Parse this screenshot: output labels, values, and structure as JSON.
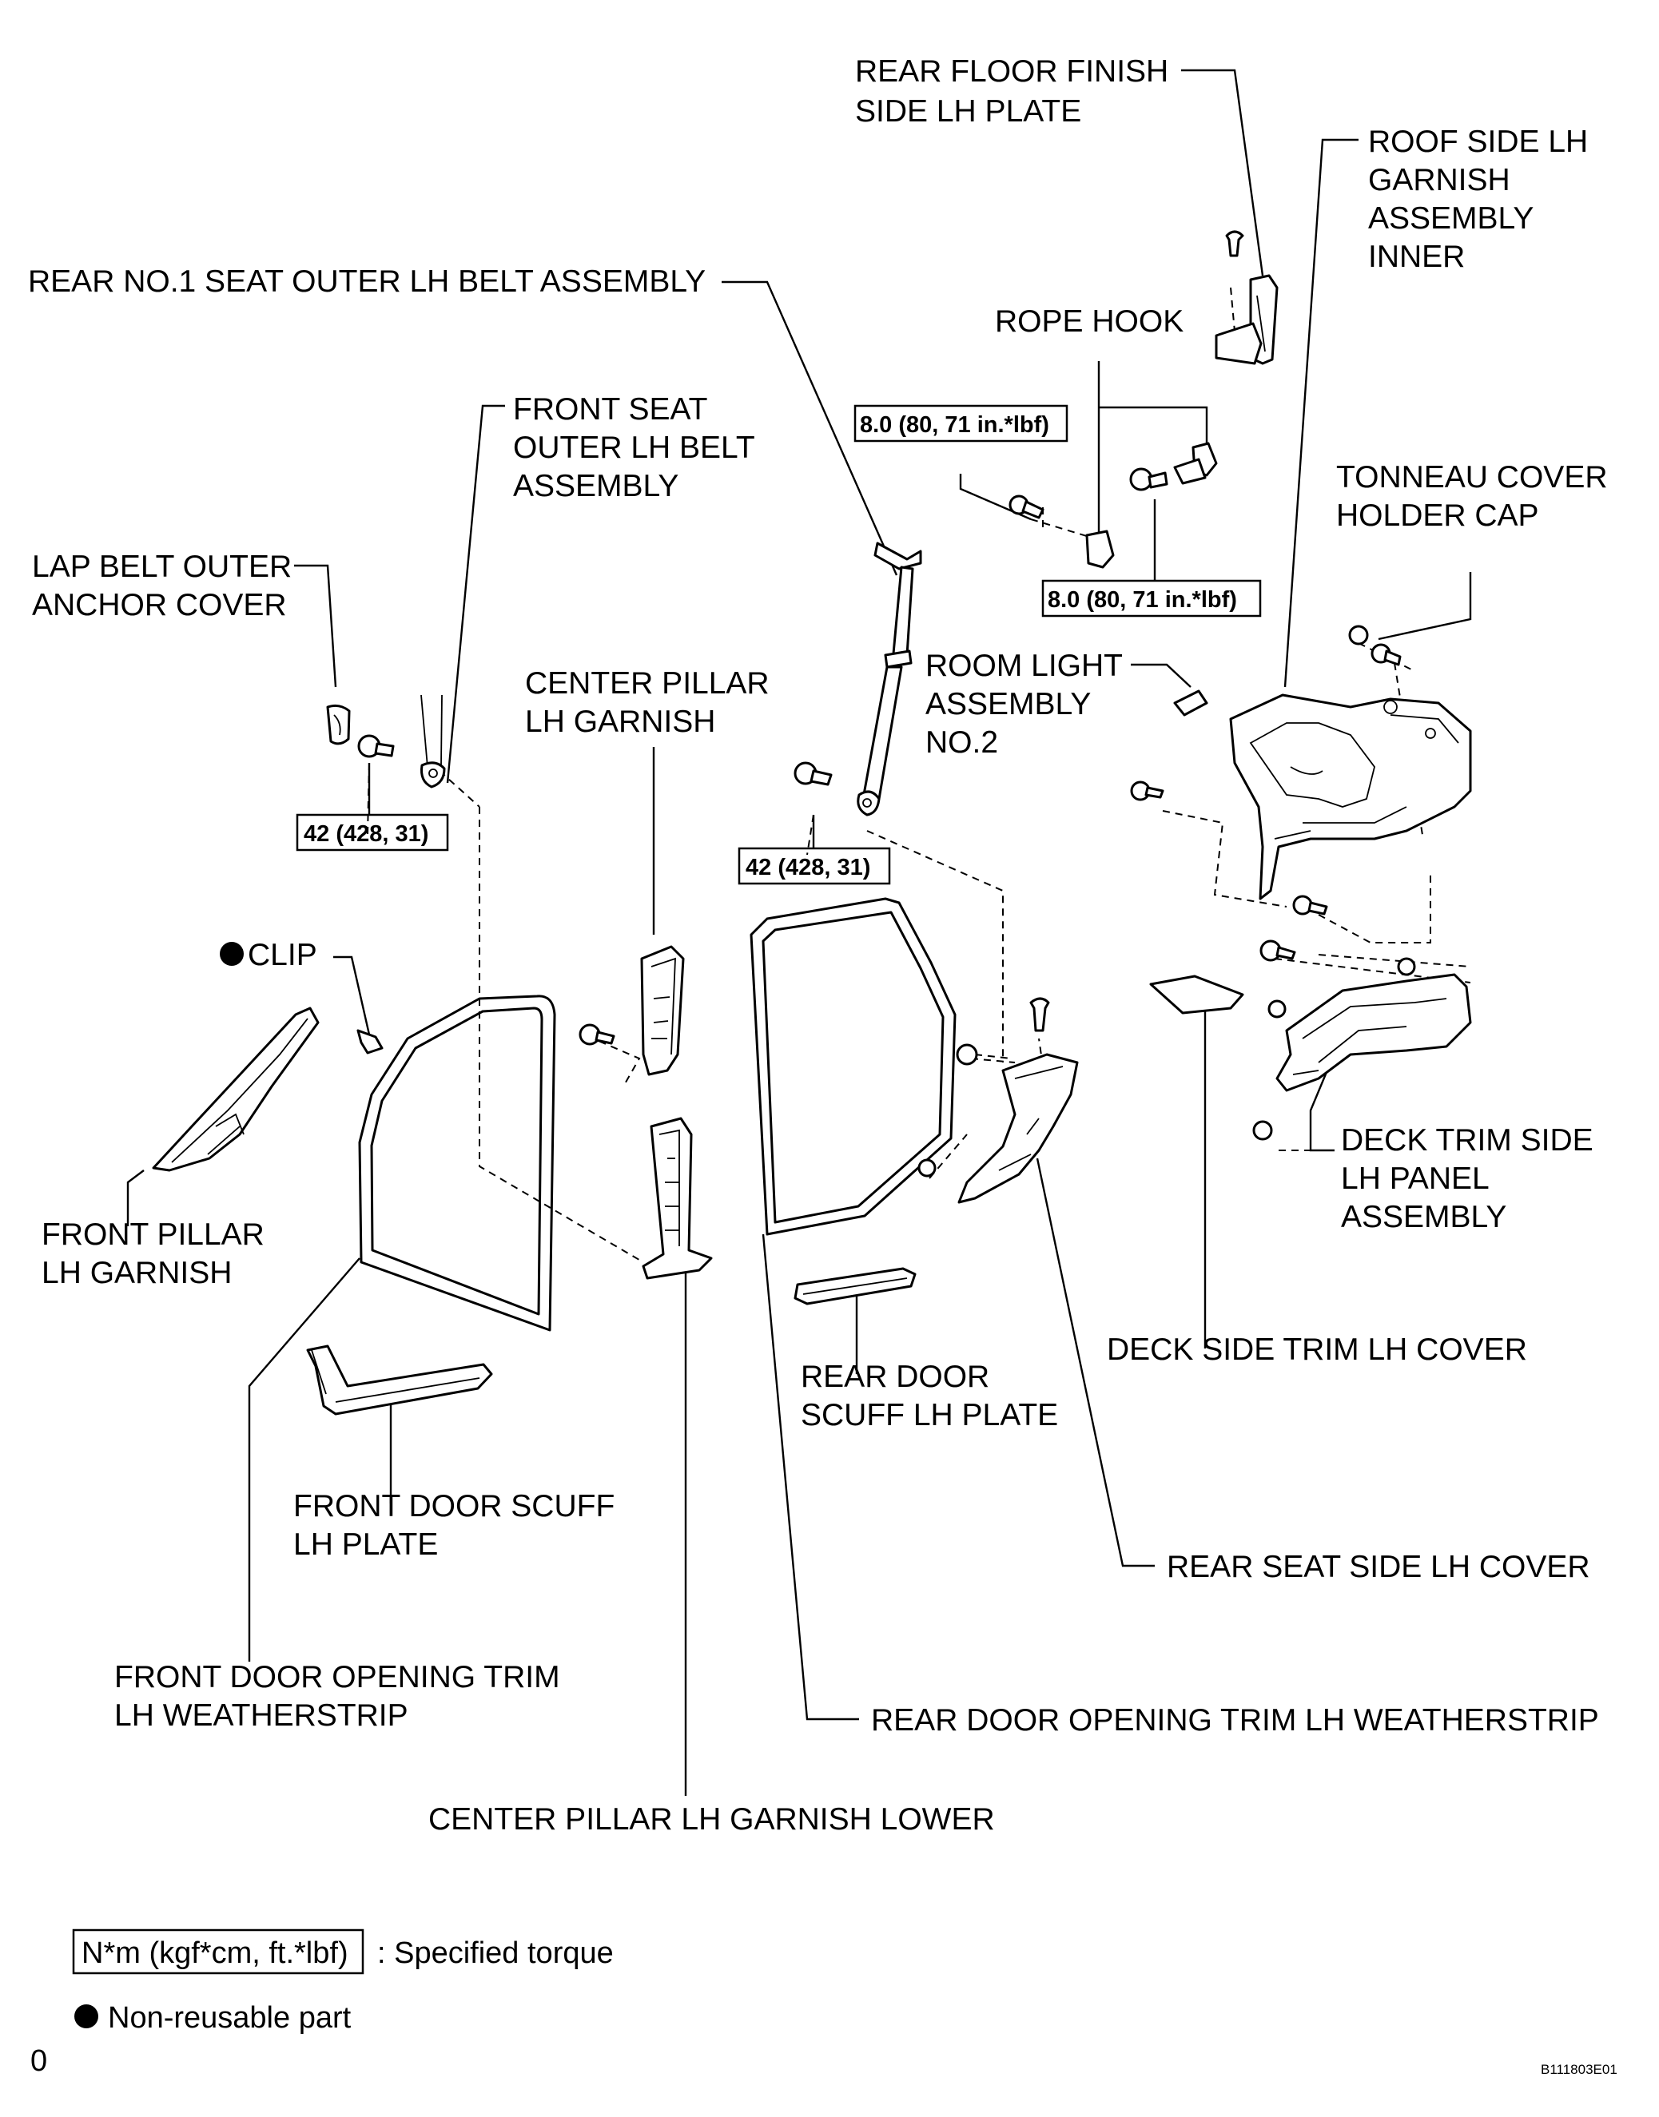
{
  "labels": {
    "rear_floor_finish": [
      "REAR FLOOR FINISH",
      "SIDE LH PLATE"
    ],
    "roof_side_garnish": [
      "ROOF SIDE LH",
      "GARNISH",
      "ASSEMBLY",
      "INNER"
    ],
    "rear_seat_belt": [
      "REAR NO.1 SEAT OUTER LH BELT ASSEMBLY"
    ],
    "rope_hook": [
      "ROPE HOOK"
    ],
    "front_seat_belt": [
      "FRONT SEAT",
      "OUTER LH BELT",
      "ASSEMBLY"
    ],
    "tonneau_cap": [
      "TONNEAU COVER",
      "HOLDER CAP"
    ],
    "lap_belt_cover": [
      "LAP BELT OUTER",
      "ANCHOR COVER"
    ],
    "center_pillar_garnish": [
      "CENTER PILLAR",
      "LH GARNISH"
    ],
    "room_light": [
      "ROOM LIGHT",
      "ASSEMBLY",
      "NO.2"
    ],
    "clip": [
      "CLIP"
    ],
    "front_pillar_garnish": [
      "FRONT PILLAR",
      "LH GARNISH"
    ],
    "deck_trim_panel": [
      "DECK TRIM SIDE",
      "LH PANEL",
      "ASSEMBLY"
    ],
    "deck_side_cover": [
      "DECK SIDE TRIM LH COVER"
    ],
    "rear_door_scuff": [
      "REAR DOOR",
      "SCUFF LH PLATE"
    ],
    "front_door_scuff": [
      "FRONT DOOR SCUFF",
      "LH PLATE"
    ],
    "rear_seat_side_cover": [
      "REAR SEAT SIDE LH COVER"
    ],
    "front_door_weatherstrip": [
      "FRONT DOOR OPENING TRIM",
      "LH WEATHERSTRIP"
    ],
    "rear_door_weatherstrip": [
      "REAR DOOR OPENING TRIM LH WEATHERSTRIP"
    ],
    "center_pillar_lower": [
      "CENTER PILLAR LH GARNISH LOWER"
    ]
  },
  "torques": {
    "rope_hook_left": "8.0 (80, 71 in.*lbf)",
    "rope_hook_right": "8.0 (80, 71 in.*lbf)",
    "front_belt_anchor": "42 (428, 31)",
    "rear_belt_anchor": "42 (428, 31)"
  },
  "legend": {
    "torque_box": "N*m (kgf*cm, ft.*lbf)",
    "torque_desc": ": Specified torque",
    "nonreusable": "Non-reusable part"
  },
  "corner_mark": "0",
  "figure_code": "B111803E01"
}
